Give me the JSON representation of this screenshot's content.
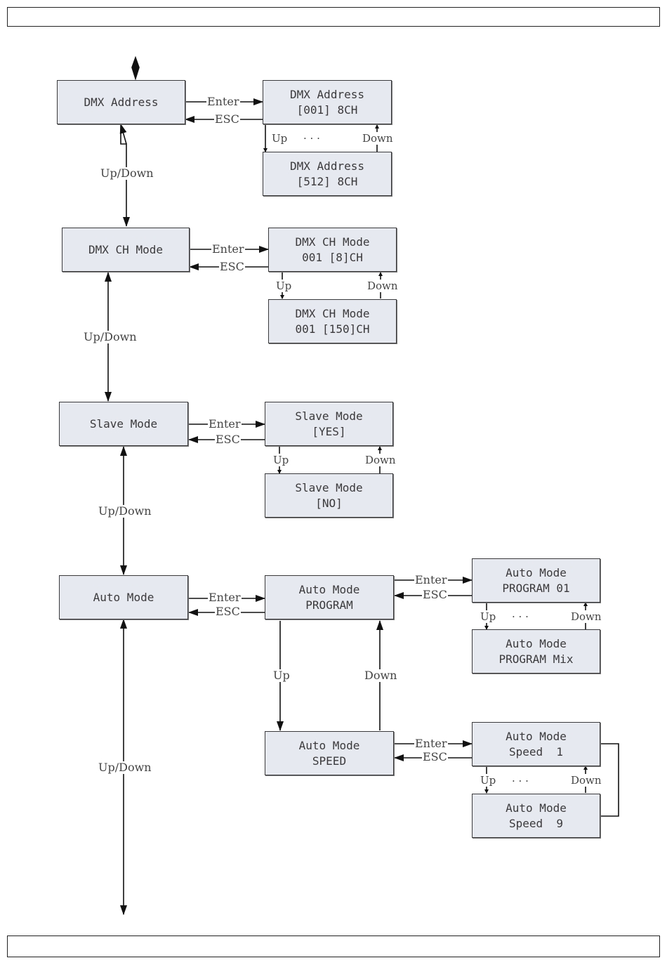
{
  "labels": {
    "enter": "Enter",
    "esc": "ESC",
    "up": "Up",
    "down": "Down",
    "up_down": "Up/Down",
    "dots": "· · ·"
  },
  "menu": {
    "dmx_address": {
      "title": "DMX Address",
      "first": [
        "DMX Address",
        "[001] 8CH"
      ],
      "last": [
        "DMX Address",
        "[512] 8CH"
      ]
    },
    "dmx_ch_mode": {
      "title": "DMX CH Mode",
      "first": [
        "DMX CH Mode",
        "001 [8]CH"
      ],
      "last": [
        "DMX CH Mode",
        "001 [150]CH"
      ]
    },
    "slave_mode": {
      "title": "Slave Mode",
      "first": [
        "Slave Mode",
        "[YES]"
      ],
      "last": [
        "Slave Mode",
        "[NO]"
      ]
    },
    "auto_mode": {
      "title": "Auto Mode",
      "program": {
        "lines": [
          "Auto Mode",
          "PROGRAM"
        ],
        "first": [
          "Auto Mode",
          "PROGRAM 01"
        ],
        "last": [
          "Auto Mode",
          "PROGRAM Mix"
        ]
      },
      "speed": {
        "lines": [
          "Auto Mode",
          "SPEED"
        ],
        "first": [
          "Auto Mode",
          "Speed  1"
        ],
        "last": [
          "Auto Mode",
          "Speed  9"
        ]
      }
    }
  }
}
